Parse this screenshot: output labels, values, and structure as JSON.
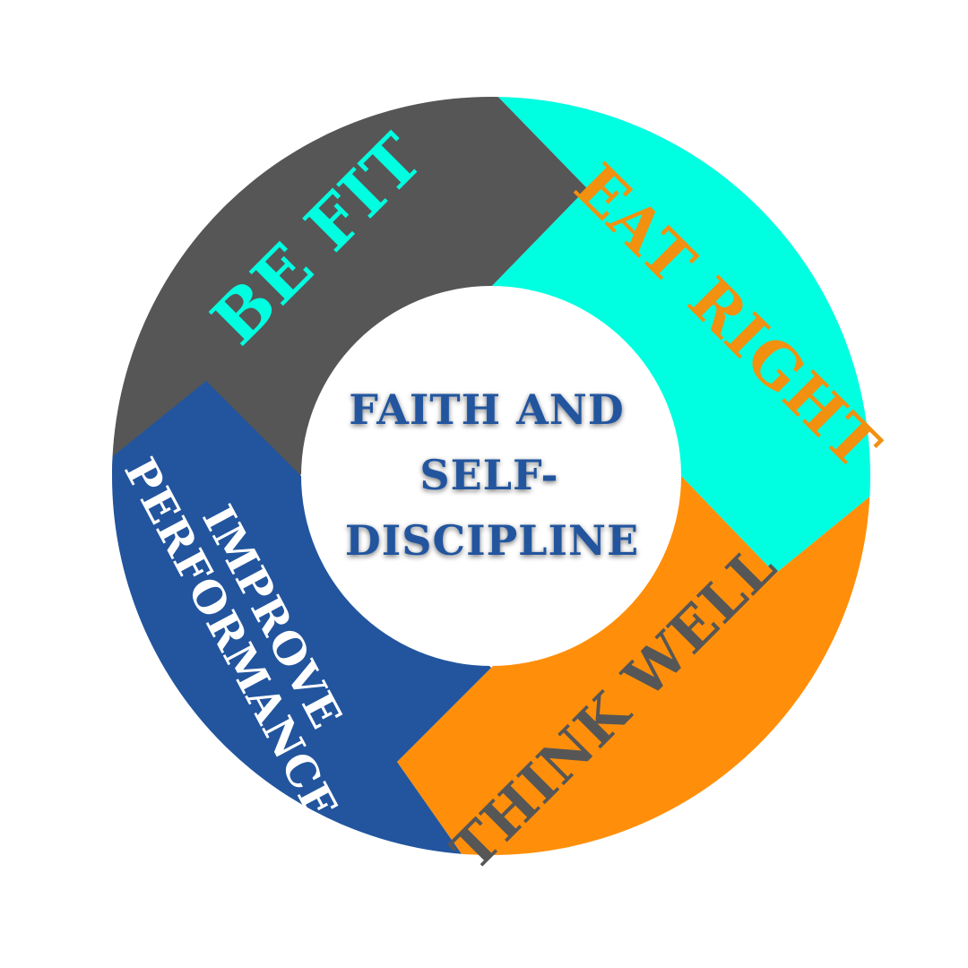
{
  "diagram": {
    "center_text_lines": [
      "FAITH AND",
      "SELF-",
      "DISCIPLINE"
    ],
    "segments": [
      {
        "id": "be-fit",
        "label_lines": [
          "BE FIT"
        ],
        "fill": "#565656",
        "text_color": "#00FFE0"
      },
      {
        "id": "eat-right",
        "label_lines": [
          "EAT RIGHT"
        ],
        "fill": "#00FFE0",
        "text_color": "#F29010"
      },
      {
        "id": "think-well",
        "label_lines": [
          "THINK WELL"
        ],
        "fill": "#FF8F0A",
        "text_color": "#565656"
      },
      {
        "id": "improve-performance",
        "label_lines": [
          "IMPROVE",
          "PERFORMANCE"
        ],
        "fill": "#22559E",
        "text_color": "#FFFFFF"
      }
    ],
    "center_fill": "#FFFFFF",
    "center_text_color": "#22559E"
  }
}
